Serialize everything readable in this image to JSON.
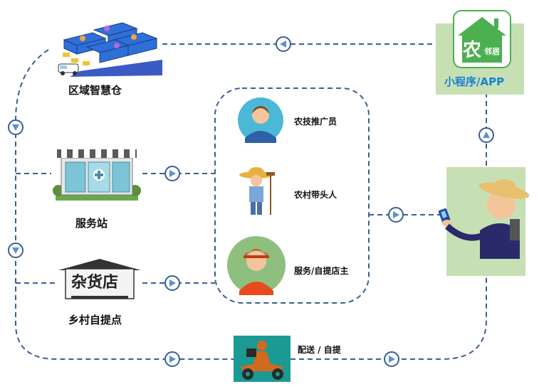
{
  "app": {
    "icon_char": "农",
    "icon_sub": "邻居",
    "label": "小程序/APP"
  },
  "nodes": {
    "warehouse": "区域智慧仓",
    "service_station": "服务站",
    "village_point": "乡村自提点",
    "store_sign": "杂货店"
  },
  "roles": {
    "tech_promoter": "农技推广员",
    "village_leader": "农村带头人",
    "store_owner": "服务/自提店主"
  },
  "delivery": {
    "label": "配送 / 自提"
  },
  "colors": {
    "line": "#3a5f95",
    "arrow_fill": "#5b8fd6",
    "panel_green": "#c6e0b4",
    "app_green": "#4caf50"
  }
}
